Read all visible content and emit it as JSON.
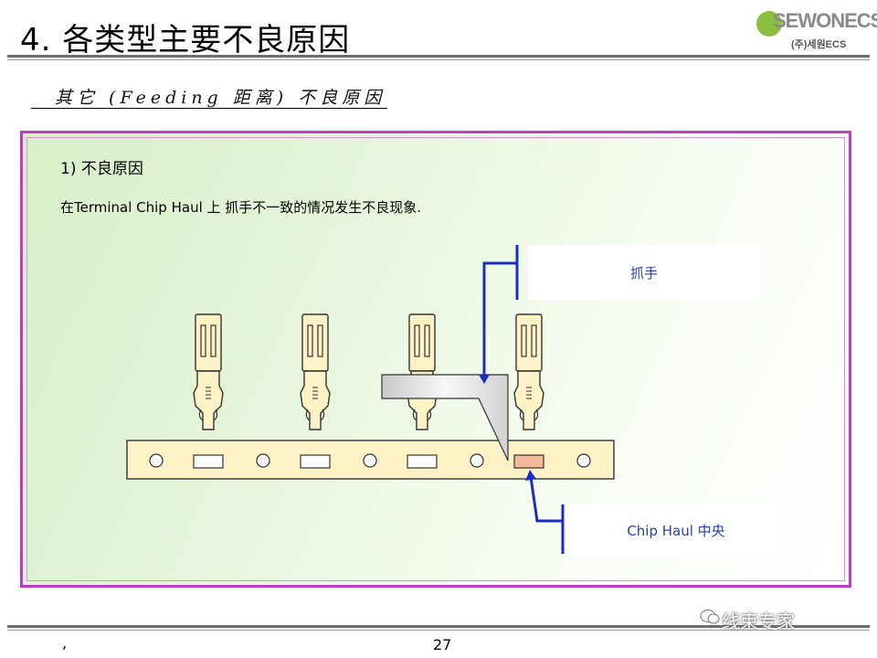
{
  "header": {
    "title": "4. 各类型主要不良原因",
    "logo_main": "SEWONECS",
    "logo_sub": "(주)세원ECS"
  },
  "subtitle": "其它 (Feeding 距离) 不良原因",
  "section": {
    "heading": "1) 不良原因",
    "description": "在Terminal Chip Haul 上 抓手不一致的情况发生不良现象."
  },
  "diagram": {
    "label_gripper": "抓手",
    "label_chip_haul": "Chip Haul 中央",
    "colors": {
      "terminal_fill": "#fdf2c6",
      "carrier_fill": "#fdf2c6",
      "highlight_slot": "#f4b99a",
      "arrow": "#1a2fbf",
      "gripper": "#e2e2e2"
    }
  },
  "footer": {
    "comma": ",",
    "page_number": "27",
    "watermark": "线束专家"
  }
}
